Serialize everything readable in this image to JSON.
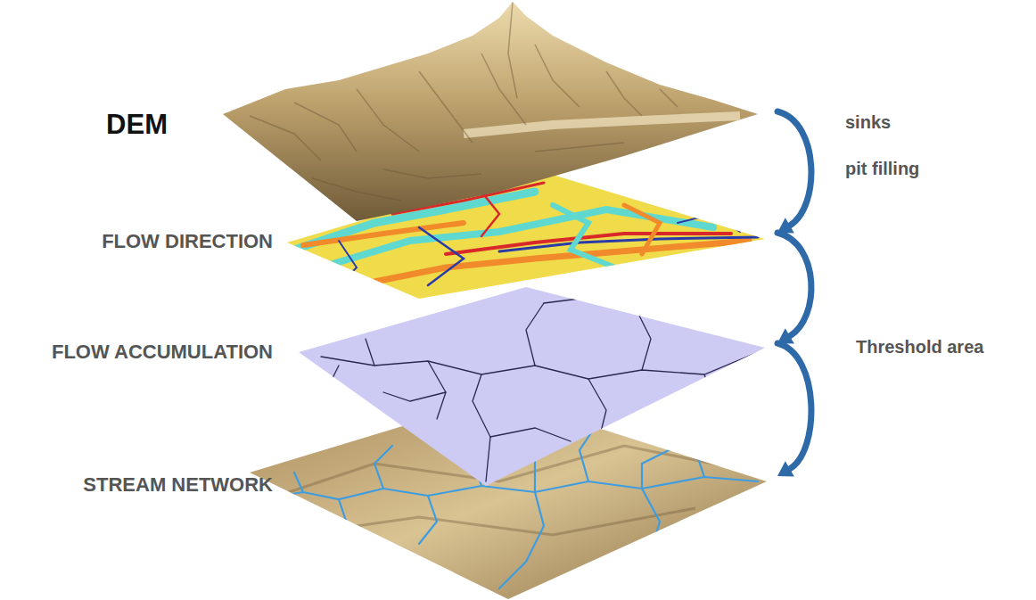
{
  "diagram": {
    "nodes": [
      {
        "text": [
          "DEM"
        ]
      },
      {
        "text": [
          "FLOW DIRECTION"
        ]
      },
      {
        "text": [
          "FLOW ACCUMULATION"
        ]
      },
      {
        "text": [
          "STREAM NETWORK"
        ]
      }
    ],
    "edges": [
      {
        "from": 0,
        "to": 1,
        "arrow": "to",
        "label": "sinks"
      },
      {
        "from": 1,
        "to": 2,
        "arrow": "to"
      },
      {
        "from": 2,
        "to": 3,
        "arrow": "to",
        "label": "Threshold area"
      }
    ],
    "labels": [
      "pit filling"
    ]
  }
}
